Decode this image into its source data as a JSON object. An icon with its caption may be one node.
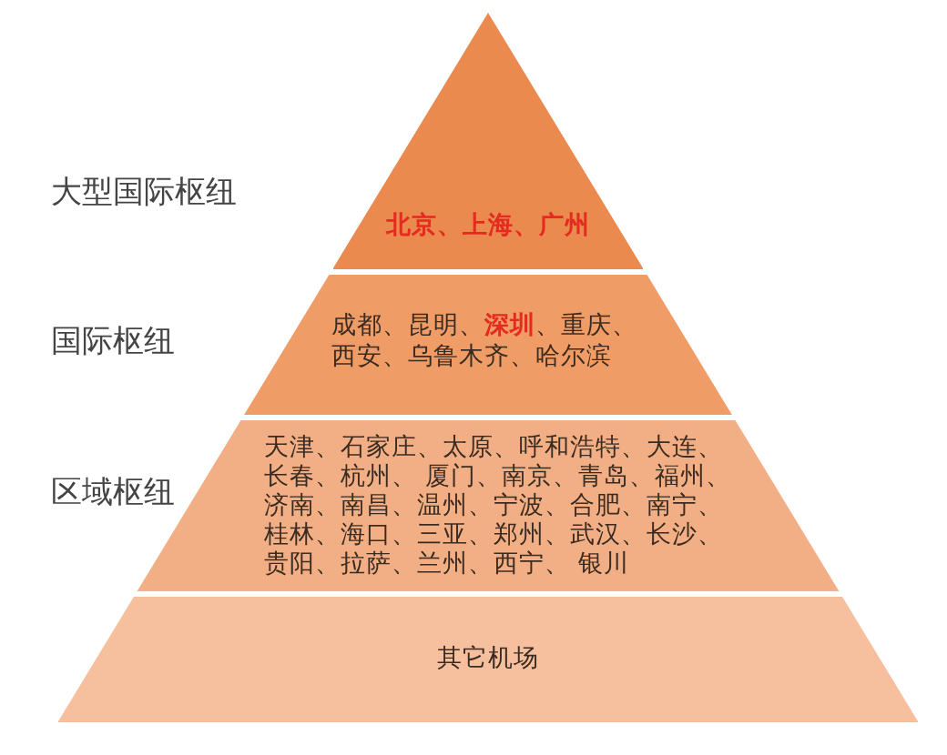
{
  "diagram": {
    "nodes": [
      {
        "text": [
          "北京、上海、广州"
        ],
        "beside": [
          "大型国际枢纽"
        ]
      },
      {
        "text": [
          "成都、昆明、**深圳**、重庆、西安、乌鲁木齐、哈尔滨"
        ],
        "beside": [
          "国际枢纽"
        ]
      },
      {
        "text": [
          "天津、石家庄、太原、呼和浩特、大连、长春、杭州、 厦门、南京、青岛、福州、济南、南昌、温州、宁波、合肥、南宁、桂林、海口、三亚、郑州、武汉、长沙、贵阳、拉萨、兰州、西宁、 银川"
        ],
        "beside": [
          "区域枢纽"
        ]
      },
      {
        "text": [
          "其它机场"
        ]
      }
    ]
  }
}
